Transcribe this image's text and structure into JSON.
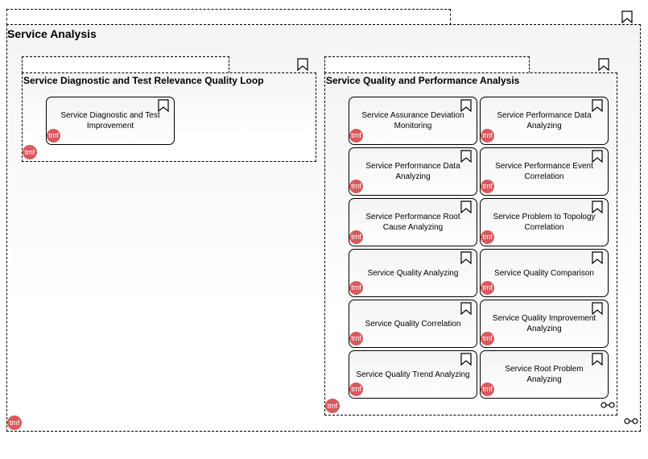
{
  "diagram": {
    "title": "Service Analysis",
    "groups": [
      {
        "title": "Service Diagnostic and Test Relevance Quality Loop",
        "items": [
          {
            "label": "Service Diagnostic and Test Improvement"
          }
        ]
      },
      {
        "title": "Service Quality and Performance Analysis",
        "items": [
          {
            "label": "Service Assurance Deviation Monitoring"
          },
          {
            "label": "Service Performance Data Analyzing"
          },
          {
            "label": "Service Performance Data Analyzing"
          },
          {
            "label": "Service Performance Event Correlation"
          },
          {
            "label": "Service Performance Root Cause Analyzing"
          },
          {
            "label": "Service Problem to Topology Correlation"
          },
          {
            "label": "Service Quality Analyzing"
          },
          {
            "label": "Service Quality Comparison"
          },
          {
            "label": "Service Quality Correlation"
          },
          {
            "label": "Service Quality Improvement Analyzing"
          },
          {
            "label": "Service Quality Trend Analyzing"
          },
          {
            "label": "Service Root Problem Analyzing"
          }
        ]
      }
    ],
    "badge_text": "tmf",
    "icons": {
      "bookmark": "bookmark-icon",
      "badge": "tmf-logo-icon",
      "link": "chain-link-icon"
    },
    "colors": {
      "badge": "#d9595d",
      "border": "#000000",
      "fill_top": "#f4f4f4",
      "fill_bottom": "#ffffff"
    }
  }
}
